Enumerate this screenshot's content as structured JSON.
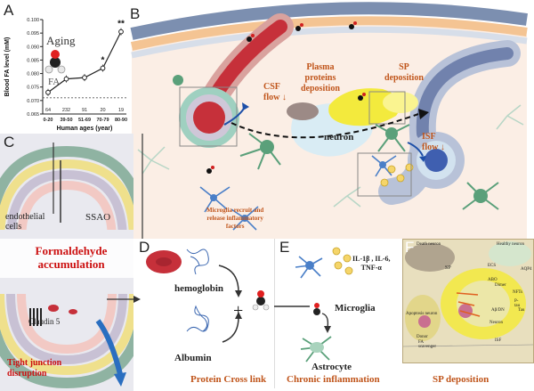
{
  "panels": {
    "a": "A",
    "b": "B",
    "c": "C",
    "d": "D",
    "e": "E",
    "f": "F"
  },
  "panel_a": {
    "chart_data": {
      "type": "line",
      "ylabel": "Blood FA level (mM)",
      "xlabel": "Human ages (year)",
      "x": [
        "0-20",
        "39-50",
        "51-69",
        "70-79",
        "80-90"
      ],
      "sample_sizes": [
        "64",
        "232",
        "91",
        "20",
        "19"
      ],
      "y": [
        0.073,
        0.078,
        0.0785,
        0.082,
        0.0955
      ],
      "ylim": [
        0.065,
        0.1
      ],
      "yticks": [
        "0.065",
        "0.070",
        "0.075",
        "0.080",
        "0.085",
        "0.090",
        "0.095",
        "0.100"
      ],
      "significance": [
        "",
        "",
        "",
        "*",
        "**"
      ],
      "reference_line": 0.071
    },
    "aging_label": "Aging",
    "fa_label": "FA"
  },
  "panel_b": {
    "csf_flow": "CSF\nflow ↓",
    "plasma_deposition": "Plasma\nproteins\ndeposition",
    "sp_deposition": "SP\ndeposition",
    "isf_flow": "ISF\nflow ↓",
    "neuron": "neuron",
    "microglia_note": "Microglia recruit and\nrelease inflammatory\nfactors"
  },
  "panel_c": {
    "endothelial": "endothelial\ncells",
    "ssao": "SSAO",
    "fa_accumulation": "Formaldehyde\naccumulation",
    "claudin": "Claudin 5",
    "tight_junction": "Tight junction\ndisruption"
  },
  "panel_d": {
    "hemoglobin": "hemoglobin",
    "albumin": "Albumin",
    "plus": "+",
    "title": "Protein Cross link"
  },
  "panel_e": {
    "cytokines": "IL-1β , IL-6,\nTNF-α",
    "microglia": "Microglia",
    "astrocyte": "Astrocyte",
    "title": "Chronic inflammation"
  },
  "panel_f": {
    "death_neuron": "Death neuron",
    "healthy_neuron": "Healthy neuron",
    "apoptosis_neuron": "Apoptosis neuron",
    "sp": "SP",
    "title": "SP deposition",
    "labels": [
      "ECS",
      "AQP4",
      "ABO",
      "Dimer",
      "NFTs",
      "P-tau",
      "Tau",
      "Aβ/DN",
      "Neuron",
      "FA scavenger",
      "ISF",
      "Donor"
    ]
  },
  "colors": {
    "brain_tissue": "#fbeee5",
    "vessel_red": "#c6303a",
    "astrocyte_green": "#5aa07a",
    "sp_yellow": "#f3ea3d",
    "label_orange": "#c0551b",
    "label_red": "#cc1111"
  }
}
